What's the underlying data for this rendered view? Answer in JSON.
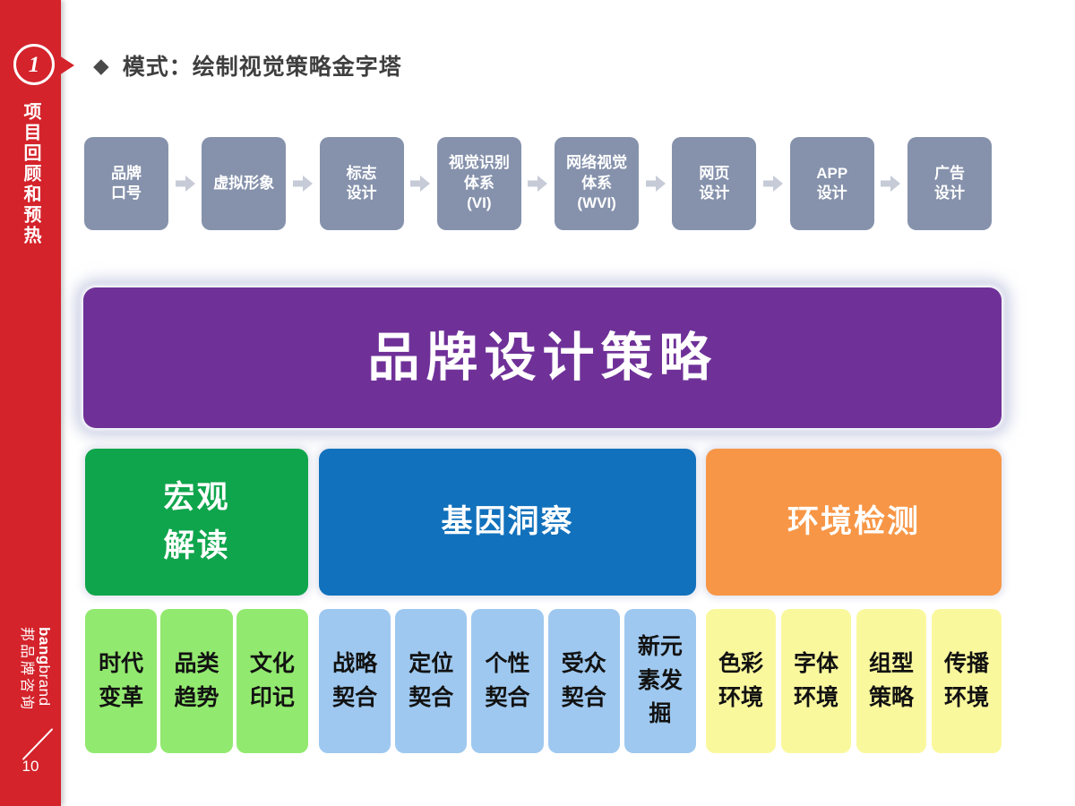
{
  "sidebar": {
    "chapter_number": "1",
    "section_title": "项目回顾和预热",
    "logo": {
      "latin_bold": "bang",
      "latin_light": "brand",
      "chinese": "邦品牌咨询"
    },
    "page_number": "10"
  },
  "header": {
    "bullet_glyph": "◆",
    "title": "模式：绘制视觉策略金字塔"
  },
  "flow": {
    "steps": [
      "品牌\n口号",
      "虚拟形象",
      "标志\n设计",
      "视觉识别\n体系\n(VI)",
      "网络视觉\n体系\n(WVI)",
      "网页\n设计",
      "APP\n设计",
      "广告\n设计"
    ]
  },
  "pyramid": {
    "top_label": "品牌设计策略",
    "categories": [
      {
        "label": "宏观\n解读",
        "color": "#0FA54C",
        "item_color": "#92E96F",
        "items": [
          "时代\n变革",
          "品类\n趋势",
          "文化\n印记"
        ]
      },
      {
        "label": "基因洞察",
        "color": "#1171BC",
        "item_color": "#9EC8EF",
        "items": [
          "战略\n契合",
          "定位\n契合",
          "个性\n契合",
          "受众\n契合",
          "新元\n素发\n掘"
        ]
      },
      {
        "label": "环境检测",
        "color": "#F79646",
        "item_color": "#FAF89D",
        "items": [
          "色彩\n环境",
          "字体\n环境",
          "组型\n策略",
          "传播\n环境"
        ]
      }
    ]
  },
  "colors": {
    "sidebar_red": "#D4232B",
    "flow_box_slate": "#8692AC",
    "arrow_gray": "#C6CBD7",
    "banner_purple": "#6F3198",
    "title_text": "#3F3F3F"
  }
}
